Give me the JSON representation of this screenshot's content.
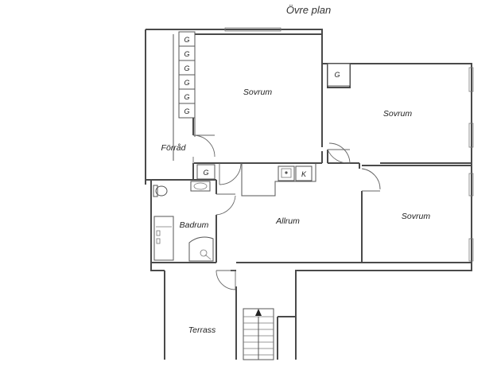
{
  "title": "Övre plan",
  "rooms": {
    "sovrum_1": "Sovrum",
    "sovrum_2": "Sovrum",
    "sovrum_3": "Sovrum",
    "forrad": "Förråd",
    "badrum": "Badrum",
    "allrum": "Allrum",
    "terrass": "Terrass"
  },
  "markers": {
    "g": "G",
    "k": "K"
  }
}
